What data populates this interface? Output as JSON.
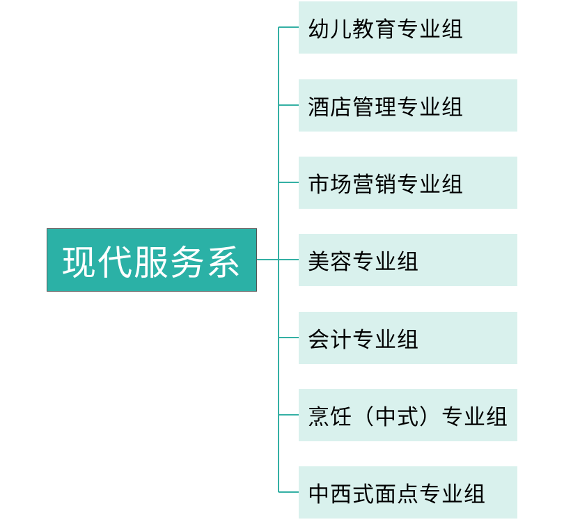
{
  "diagram": {
    "root": {
      "label": "现代服务系"
    },
    "children": [
      {
        "label": "幼儿教育专业组"
      },
      {
        "label": "酒店管理专业组"
      },
      {
        "label": "市场营销专业组"
      },
      {
        "label": "美容专业组"
      },
      {
        "label": "会计专业组"
      },
      {
        "label": "烹饪（中式）专业组"
      },
      {
        "label": "中西式面点专业组"
      }
    ]
  },
  "colors": {
    "root_fill": "#2bb1a6",
    "connector": "#34b0a4",
    "child_fill": "#d9f1ed",
    "child_text": "#000000"
  }
}
